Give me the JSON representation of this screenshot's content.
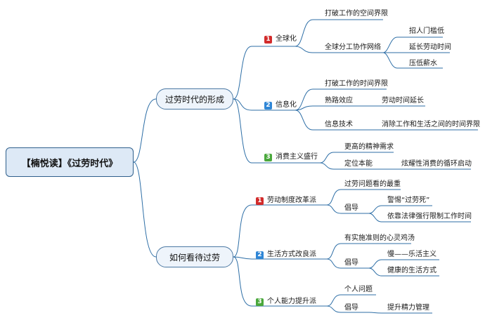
{
  "root": {
    "title": "【楠悦读】《过劳时代》"
  },
  "branches": [
    {
      "label": "过劳时代的形成",
      "topics": [
        {
          "badge": "1",
          "label": "全球化",
          "children": [
            {
              "label": "打破工作的空间界限"
            },
            {
              "label": "全球分工协作网络",
              "children": [
                "招人门槛低",
                "延长劳动时间",
                "压低薪水"
              ]
            }
          ]
        },
        {
          "badge": "2",
          "label": "信息化",
          "children": [
            {
              "label": "打破工作的时间界限"
            },
            {
              "label": "熟路效应",
              "children": [
                "劳动时间延长"
              ]
            },
            {
              "label": "信息技术",
              "children": [
                "消除工作和生活之间的时间界限"
              ]
            }
          ]
        },
        {
          "badge": "3",
          "label": "消费主义盛行",
          "children": [
            {
              "label": "更高的精神需求"
            },
            {
              "label": "定位本能",
              "children": [
                "炫耀性消费的循环启动"
              ]
            }
          ]
        }
      ]
    },
    {
      "label": "如何看待过劳",
      "topics": [
        {
          "badge": "1",
          "label": "劳动制度改革派",
          "children": [
            {
              "label": "过劳问题看的最重"
            },
            {
              "label": "倡导",
              "children": [
                "警惕“过劳死”",
                "依靠法律强行限制工作时间"
              ]
            }
          ]
        },
        {
          "badge": "2",
          "label": "生活方式改良派",
          "children": [
            {
              "label": "有实施准则的心灵鸡汤"
            },
            {
              "label": "倡导",
              "children": [
                "慢——乐活主义",
                "健康的生活方式"
              ]
            }
          ]
        },
        {
          "badge": "3",
          "label": "个人能力提升派",
          "children": [
            {
              "label": "个人问题"
            },
            {
              "label": "倡导",
              "children": [
                "提升精力管理"
              ]
            }
          ]
        }
      ]
    }
  ],
  "colors": {
    "line": "#2d6ea6",
    "root_border": "#2f5f8c",
    "badge_1": "#d22b2b",
    "badge_2": "#2f86d6",
    "badge_3": "#4aa83c"
  }
}
